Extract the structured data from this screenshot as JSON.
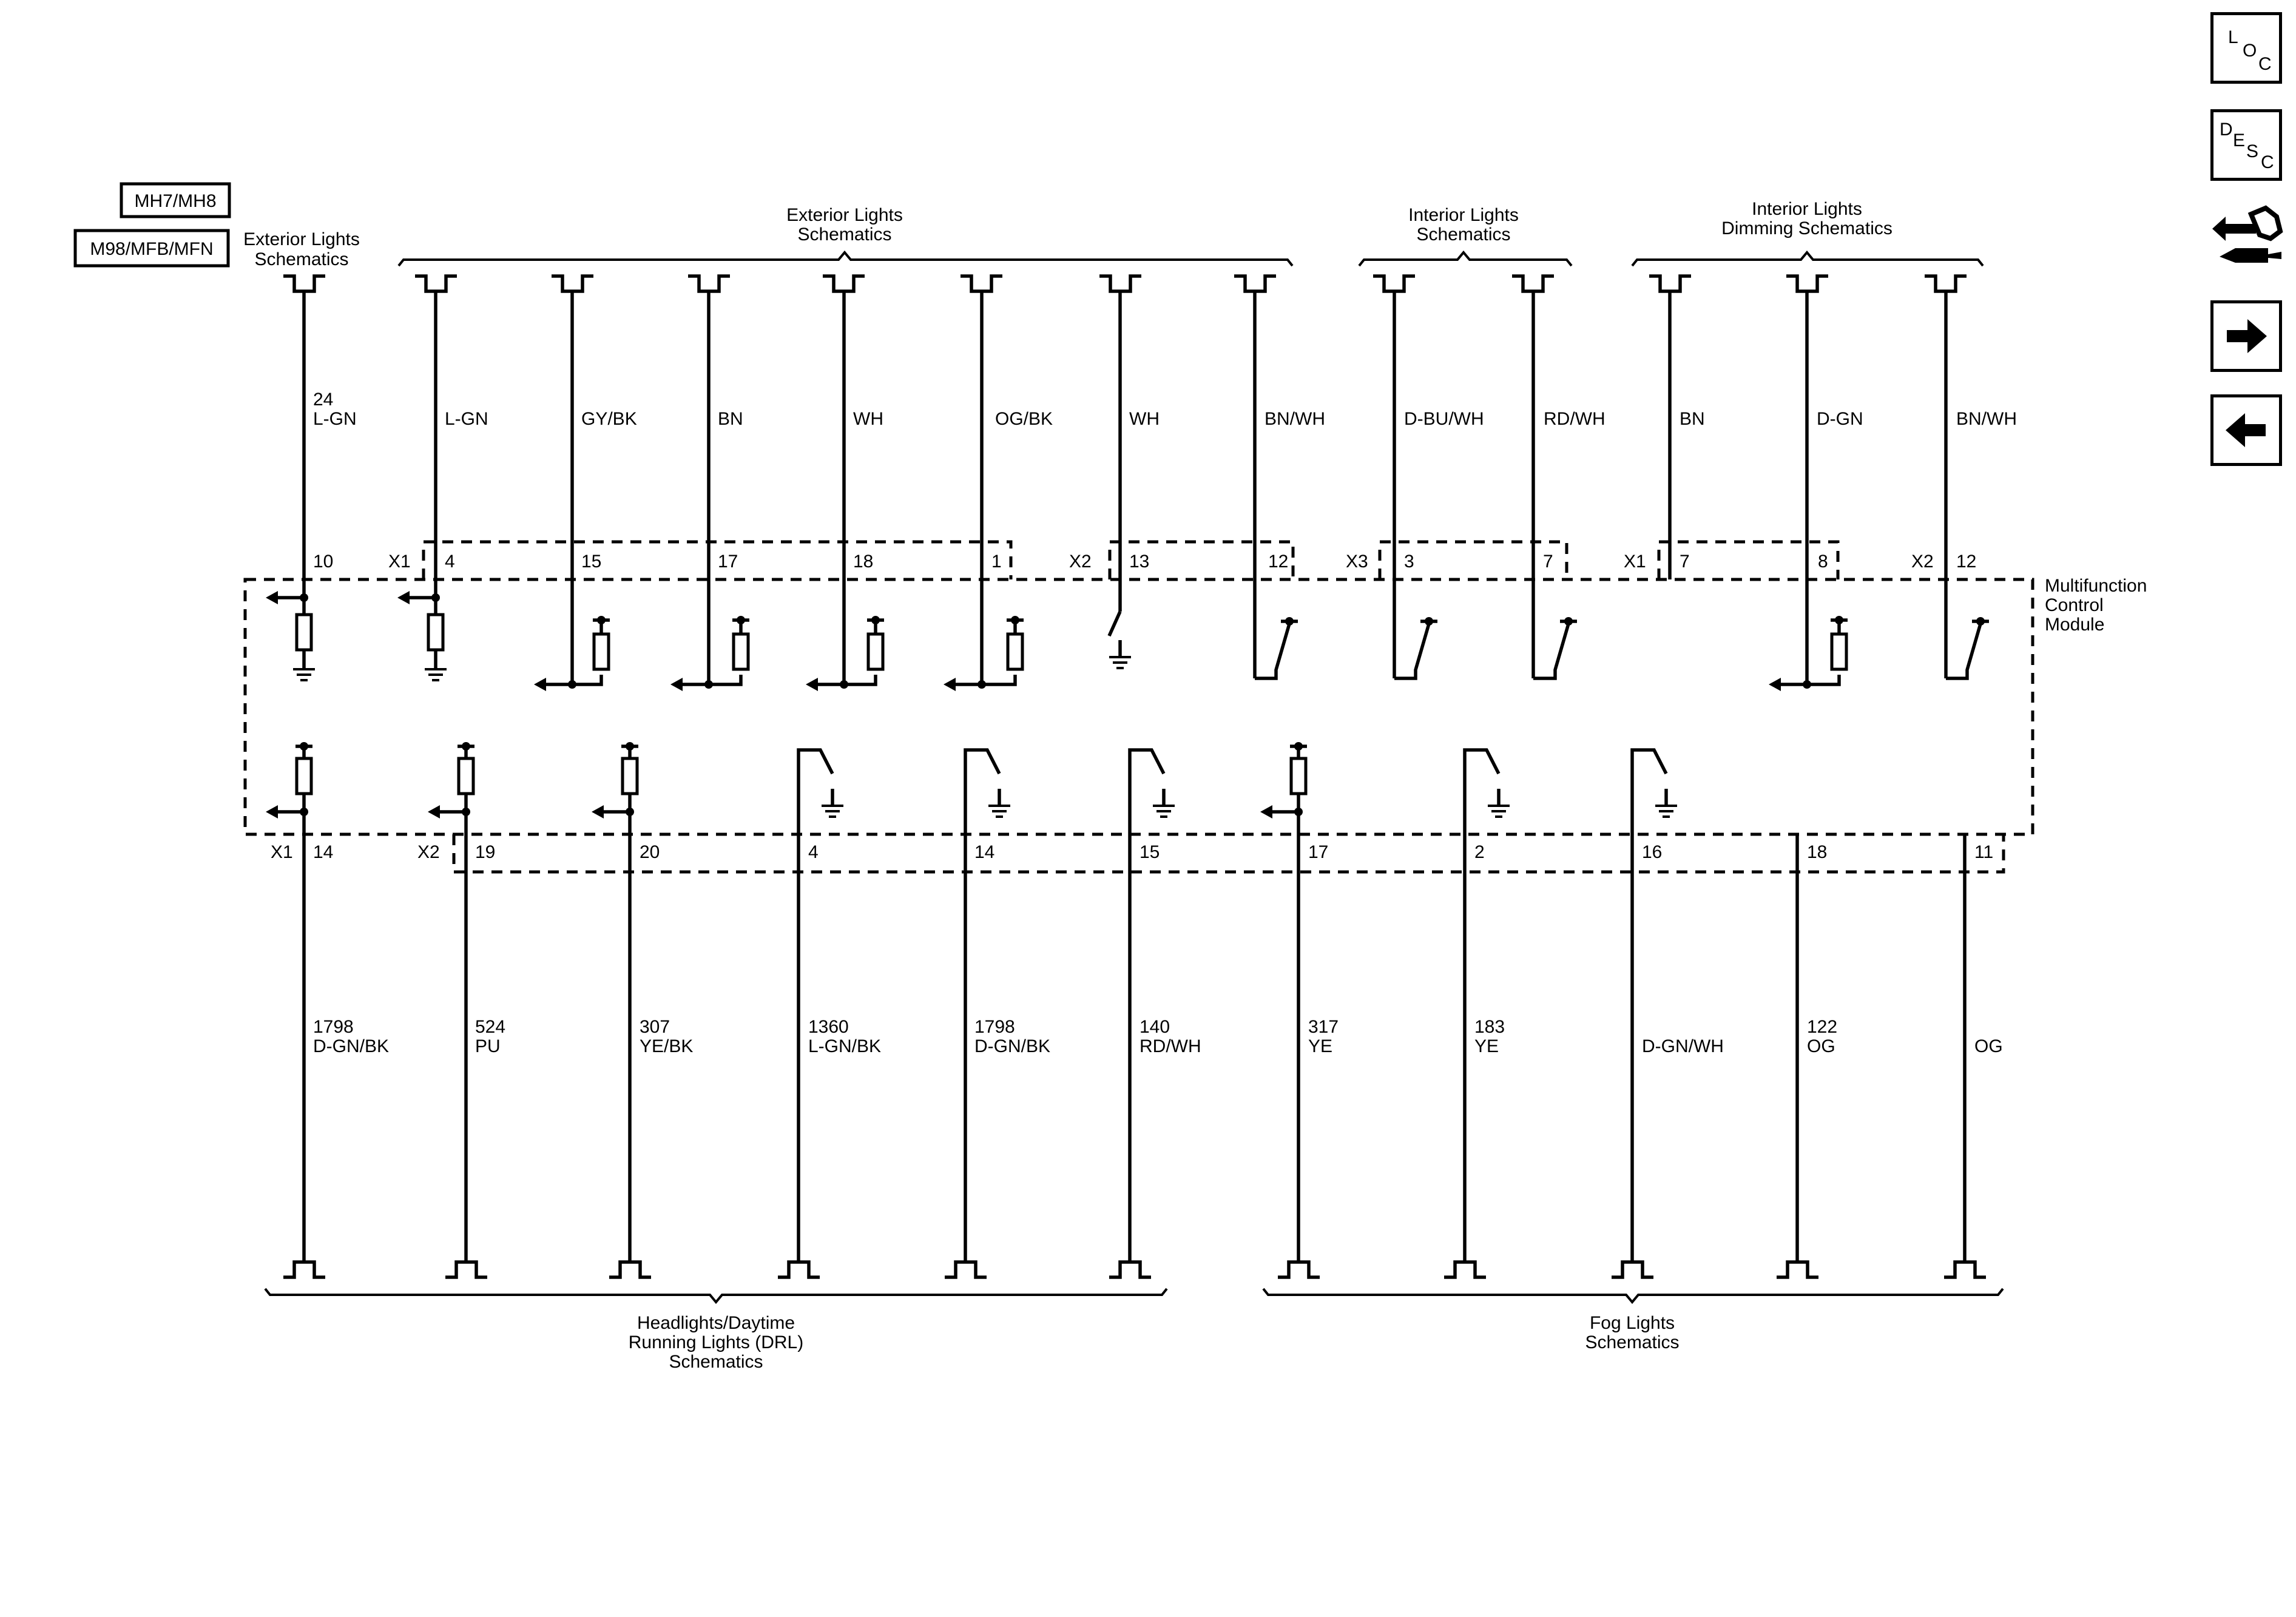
{
  "options": [
    "MH7/MH8",
    "M98/MFB/MFN"
  ],
  "module_name": [
    "Multifunction",
    "Control",
    "Module"
  ],
  "groups": {
    "ext_left": [
      "Exterior Lights",
      "Schematics"
    ],
    "ext_main": [
      "Exterior Lights",
      "Schematics"
    ],
    "interior": [
      "Interior Lights",
      "Schematics"
    ],
    "dimming": [
      "Interior Lights",
      "Dimming Schematics"
    ],
    "headlights": [
      "Headlights/Daytime",
      "Running Lights (DRL)",
      "Schematics"
    ],
    "fog": [
      "Fog Lights",
      "Schematics"
    ]
  },
  "connectors": {
    "x1": "X1",
    "x2": "X2",
    "x3": "X3"
  },
  "top_circuits": [
    {
      "circuit": "24",
      "color": "L-GN",
      "pin": "10"
    },
    {
      "circuit": "",
      "color": "L-GN",
      "pin": "4"
    },
    {
      "circuit": "",
      "color": "GY/BK",
      "pin": "15"
    },
    {
      "circuit": "",
      "color": "BN",
      "pin": "17"
    },
    {
      "circuit": "",
      "color": "WH",
      "pin": "18"
    },
    {
      "circuit": "",
      "color": "OG/BK",
      "pin": "1"
    },
    {
      "circuit": "",
      "color": "WH",
      "pin": "13"
    },
    {
      "circuit": "",
      "color": "BN/WH",
      "pin": "12"
    },
    {
      "circuit": "",
      "color": "D-BU/WH",
      "pin": "3"
    },
    {
      "circuit": "",
      "color": "RD/WH",
      "pin": "7"
    },
    {
      "circuit": "",
      "color": "BN",
      "pin": "7"
    },
    {
      "circuit": "",
      "color": "D-GN",
      "pin": "8"
    },
    {
      "circuit": "",
      "color": "BN/WH",
      "pin": "12"
    }
  ],
  "bottom_circuits": [
    {
      "circuit": "1798",
      "color": "D-GN/BK",
      "pin": "14"
    },
    {
      "circuit": "524",
      "color": "PU",
      "pin": "19"
    },
    {
      "circuit": "307",
      "color": "YE/BK",
      "pin": "20"
    },
    {
      "circuit": "1360",
      "color": "L-GN/BK",
      "pin": "4"
    },
    {
      "circuit": "1798",
      "color": "D-GN/BK",
      "pin": "14"
    },
    {
      "circuit": "140",
      "color": "RD/WH",
      "pin": "15"
    },
    {
      "circuit": "317",
      "color": "YE",
      "pin": "17"
    },
    {
      "circuit": "183",
      "color": "YE",
      "pin": "2"
    },
    {
      "circuit": "",
      "color": "D-GN/WH",
      "pin": "16"
    },
    {
      "circuit": "122",
      "color": "OG",
      "pin": "18"
    },
    {
      "circuit": "",
      "color": "OG",
      "pin": "11"
    }
  ],
  "nav": {
    "loc": [
      "L",
      "O",
      "C"
    ],
    "desc": [
      "D",
      "E",
      "S",
      "C"
    ],
    "icons": [
      "connector-tool-icon",
      "arrow-right-icon",
      "arrow-left-icon"
    ]
  }
}
